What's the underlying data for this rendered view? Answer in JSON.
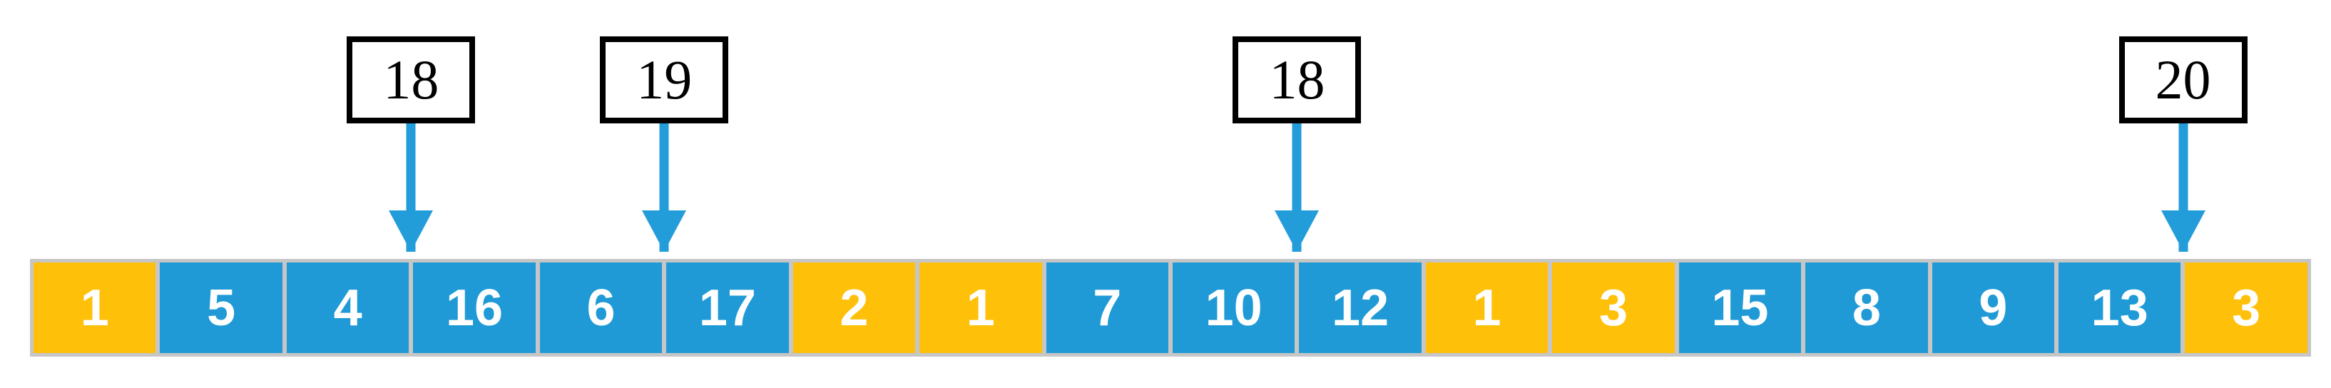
{
  "figure": {
    "cells": [
      {
        "value": "1",
        "color": "orange"
      },
      {
        "value": "5",
        "color": "blue"
      },
      {
        "value": "4",
        "color": "blue"
      },
      {
        "value": "16",
        "color": "blue"
      },
      {
        "value": "6",
        "color": "blue"
      },
      {
        "value": "17",
        "color": "blue"
      },
      {
        "value": "2",
        "color": "orange"
      },
      {
        "value": "1",
        "color": "orange"
      },
      {
        "value": "7",
        "color": "blue"
      },
      {
        "value": "10",
        "color": "blue"
      },
      {
        "value": "12",
        "color": "blue"
      },
      {
        "value": "1",
        "color": "orange"
      },
      {
        "value": "3",
        "color": "orange"
      },
      {
        "value": "15",
        "color": "blue"
      },
      {
        "value": "8",
        "color": "blue"
      },
      {
        "value": "9",
        "color": "blue"
      },
      {
        "value": "13",
        "color": "blue"
      },
      {
        "value": "3",
        "color": "orange"
      }
    ],
    "callouts": [
      {
        "label": "18",
        "target_index": 3
      },
      {
        "label": "19",
        "target_index": 5
      },
      {
        "label": "18",
        "target_index": 10
      },
      {
        "label": "20",
        "target_index": 17
      }
    ],
    "colors": {
      "cell_blue": "#1F9AD6",
      "cell_orange": "#FFC00A",
      "arrow_blue": "#229DD9",
      "strip_gray": "#C6C6C6",
      "box_border": "#000000"
    }
  }
}
